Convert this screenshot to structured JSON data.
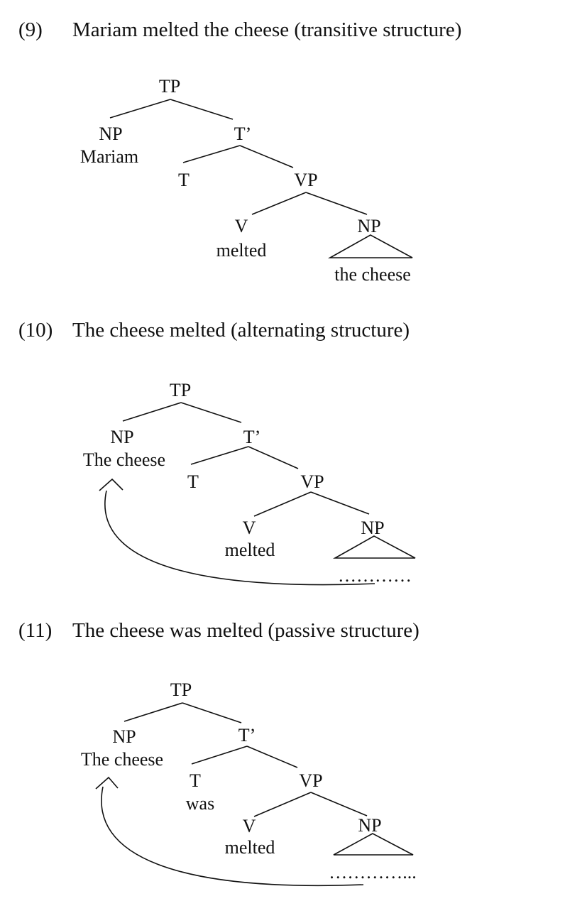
{
  "examples": [
    {
      "number": "(9)",
      "sentence": "Mariam melted the cheese (transitive structure)",
      "nodes": {
        "tp": "TP",
        "np_subject": "NP",
        "subject_word": "Mariam",
        "t_bar": "T’",
        "t": "T",
        "vp": "VP",
        "v": "V",
        "verb_word": "melted",
        "np_object": "NP",
        "object_word": "the cheese"
      }
    },
    {
      "number": "(10)",
      "sentence": "The cheese melted (alternating structure)",
      "nodes": {
        "tp": "TP",
        "np_subject": "NP",
        "subject_word": "The cheese",
        "t_bar": "T’",
        "t": "T",
        "vp": "VP",
        "v": "V",
        "verb_word": "melted",
        "np_object": "NP",
        "trace": "…………"
      }
    },
    {
      "number": "(11)",
      "sentence": "The cheese was melted (passive structure)",
      "nodes": {
        "tp": "TP",
        "np_subject": "NP",
        "subject_word": "The cheese",
        "t_bar": "T’",
        "t": "T",
        "aux_word": "was",
        "vp": "VP",
        "v": "V",
        "verb_word": "melted",
        "np_object": "NP",
        "trace": "…………..."
      }
    }
  ]
}
